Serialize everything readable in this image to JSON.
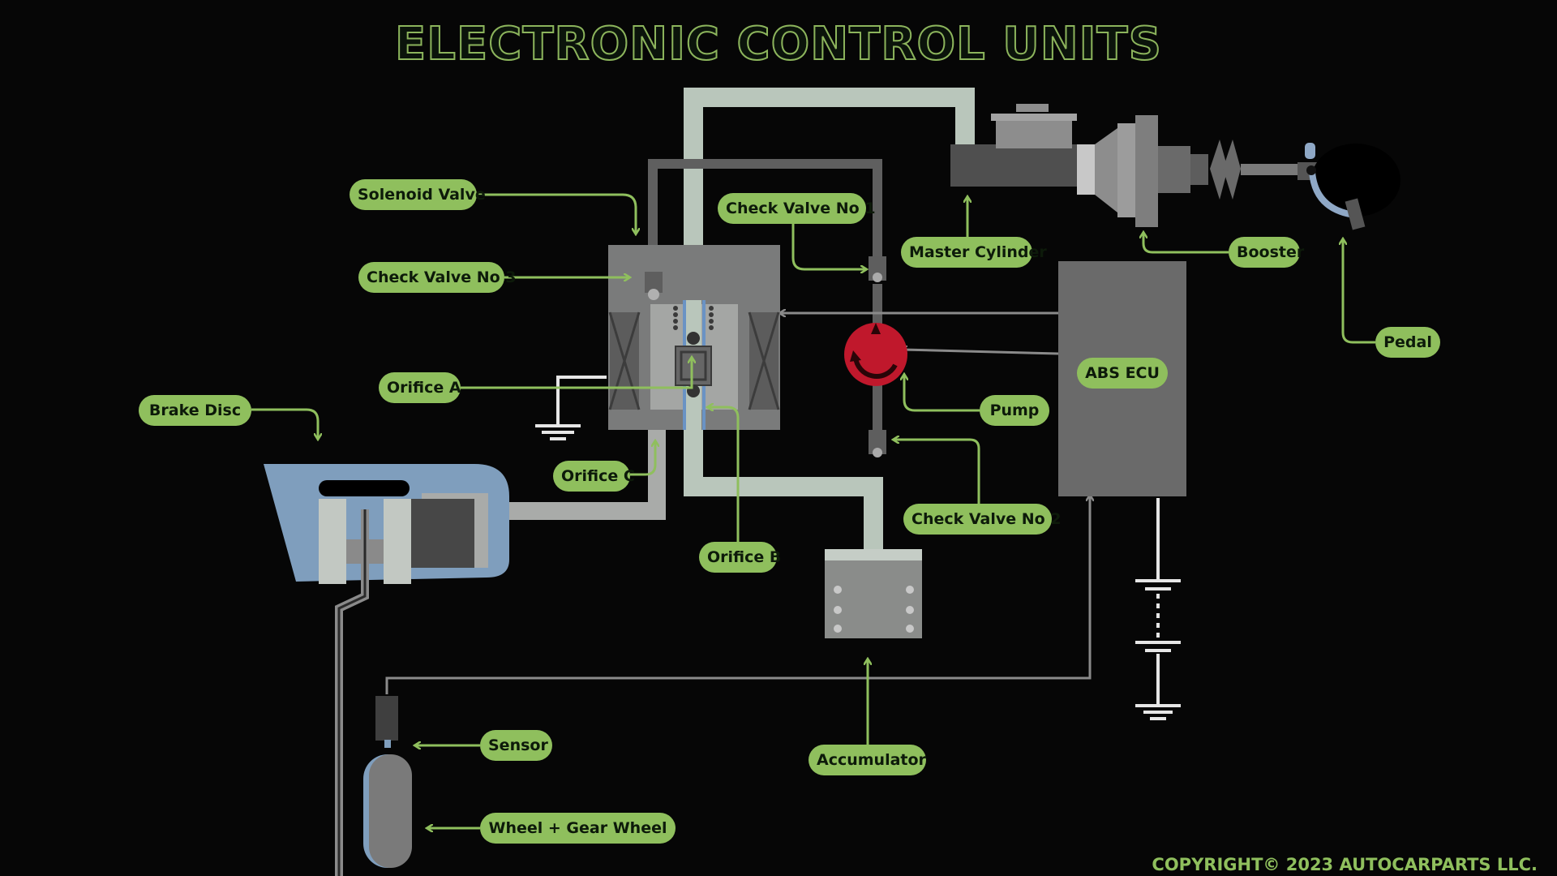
{
  "title": "ELECTRONIC CONTROL UNITS",
  "labels": {
    "solenoid_valve": "Solenoid Valve",
    "check_valve_1": "Check Valve No 1",
    "check_valve_2": "Check Valve No 2",
    "check_valve_3": "Check Valve No 3",
    "master_cylinder": "Master Cylinder",
    "booster": "Booster",
    "pedal": "Pedal",
    "orifice_a": "Orifice A",
    "orifice_b": "Orifice B",
    "orifice_c": "Orifice C",
    "brake_disc": "Brake Disc",
    "abs_ecu": "ABS ECU",
    "pump": "Pump",
    "sensor": "Sensor",
    "accumulator": "Accumulator",
    "wheel_gear": "Wheel + Gear Wheel"
  },
  "copyright": "COPYRIGHT© 2023 AUTOCARPARTS LLC.",
  "colors": {
    "label_bg": "#8fbf5d",
    "title_outline": "#8cb45c",
    "pump_red": "#c0182c",
    "pipe_light": "#b9c6bb",
    "pipe_dark": "#5f5f5f",
    "caliper_blue": "#7f9ebd"
  }
}
